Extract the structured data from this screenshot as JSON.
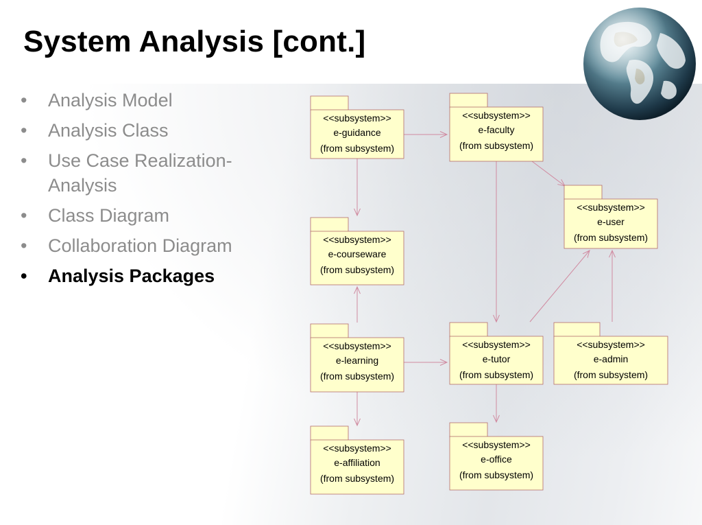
{
  "slide": {
    "title": "System Analysis [cont.]"
  },
  "bullets": [
    {
      "text": "Analysis Model",
      "active": false
    },
    {
      "text": "Analysis Class",
      "active": false
    },
    {
      "text": "Use Case Realization-Analysis",
      "active": false
    },
    {
      "text": "Class Diagram",
      "active": false
    },
    {
      "text": "Collaboration Diagram",
      "active": false
    },
    {
      "text": "Analysis Packages",
      "active": true
    }
  ],
  "diagram": {
    "stereotype": "<<subsystem>>",
    "origin": "(from subsystem)",
    "packages": [
      {
        "id": "guidance",
        "name": "e-guidance"
      },
      {
        "id": "faculty",
        "name": "e-faculty"
      },
      {
        "id": "user",
        "name": "e-user"
      },
      {
        "id": "courseware",
        "name": "e-courseware"
      },
      {
        "id": "learning",
        "name": "e-learning"
      },
      {
        "id": "tutor",
        "name": "e-tutor"
      },
      {
        "id": "admin",
        "name": "e-admin"
      },
      {
        "id": "affiliation",
        "name": "e-affiliation"
      },
      {
        "id": "office",
        "name": "e-office"
      }
    ],
    "dependencies": [
      {
        "from": "guidance",
        "to": "faculty"
      },
      {
        "from": "guidance",
        "to": "courseware"
      },
      {
        "from": "learning",
        "to": "courseware"
      },
      {
        "from": "learning",
        "to": "tutor"
      },
      {
        "from": "learning",
        "to": "affiliation"
      },
      {
        "from": "faculty",
        "to": "user"
      },
      {
        "from": "faculty",
        "to": "tutor"
      },
      {
        "from": "tutor",
        "to": "user"
      },
      {
        "from": "admin",
        "to": "user"
      },
      {
        "from": "tutor",
        "to": "office"
      }
    ]
  },
  "colors": {
    "package_fill": "#ffffcc",
    "package_stroke": "#b36b6b",
    "arrow": "#d08aa0"
  }
}
